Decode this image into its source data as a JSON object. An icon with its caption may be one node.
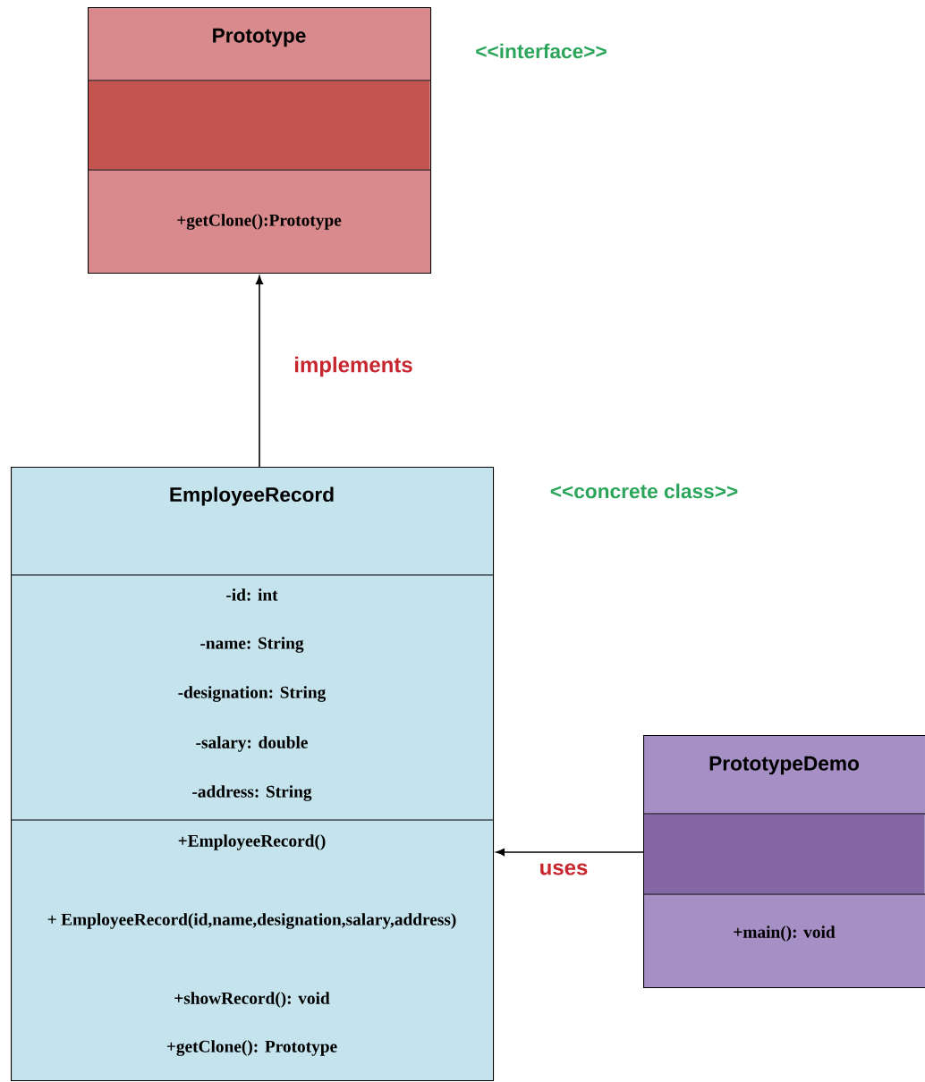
{
  "diagram": {
    "nodes": [
      {
        "text": [
          "Prototype",
          "+getClone():Prototype"
        ],
        "beside": [
          "<<interface>>"
        ]
      },
      {
        "text": [
          "EmployeeRecord",
          "-id: int",
          "-name: String",
          "-designation: String",
          "-salary: double",
          "-address: String",
          "+EmployeeRecord()",
          "+ EmployeeRecord(id,name,designation,salary,address)",
          "+showRecord(): void",
          "+getClone(): Prototype"
        ],
        "beside": [
          "<<concrete class>>"
        ]
      },
      {
        "text": [
          "PrototypeDemo",
          "+main(): void"
        ]
      }
    ],
    "edges": [
      {
        "from": 1,
        "to": 0,
        "arrow": "to",
        "label": "implements"
      },
      {
        "from": 2,
        "to": 1,
        "arrow": "to",
        "label": "uses"
      }
    ]
  }
}
